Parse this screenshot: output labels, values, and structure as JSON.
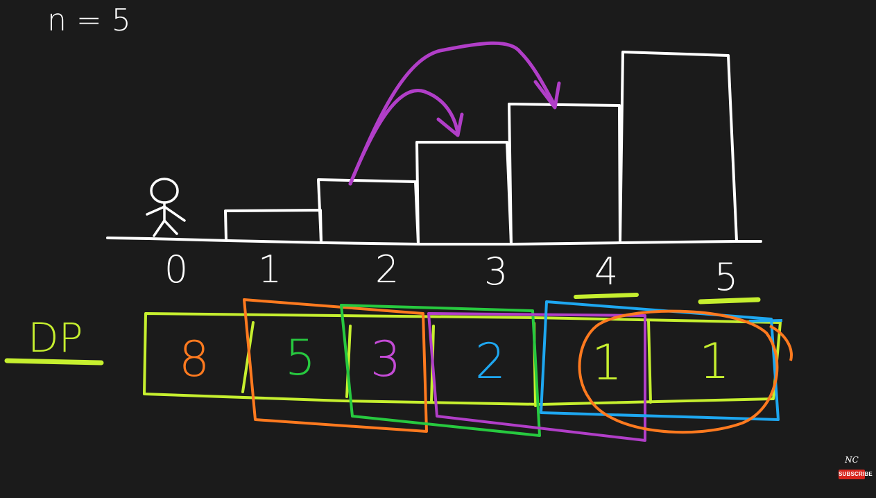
{
  "title": "n = 5",
  "step_labels": [
    "0",
    "1",
    "2",
    "3",
    "4",
    "5"
  ],
  "dp_label": "DP",
  "dp_values": [
    "8",
    "5",
    "3",
    "2",
    "1",
    "1"
  ],
  "dp_colors": [
    "#ff7a1f",
    "#27c93f",
    "#c44bd6",
    "#1ea7f0",
    "#c6ef2f",
    "#c6ef2f"
  ],
  "colors": {
    "background": "#1b1b1b",
    "chalk": "#ffffff",
    "lime": "#c6ef2f",
    "orange": "#ff7a1f",
    "green": "#27c93f",
    "purple": "#b13ec8",
    "blue": "#1ea7f0"
  },
  "logo": {
    "text": "NC",
    "badge": "SUBSCRIBE"
  }
}
